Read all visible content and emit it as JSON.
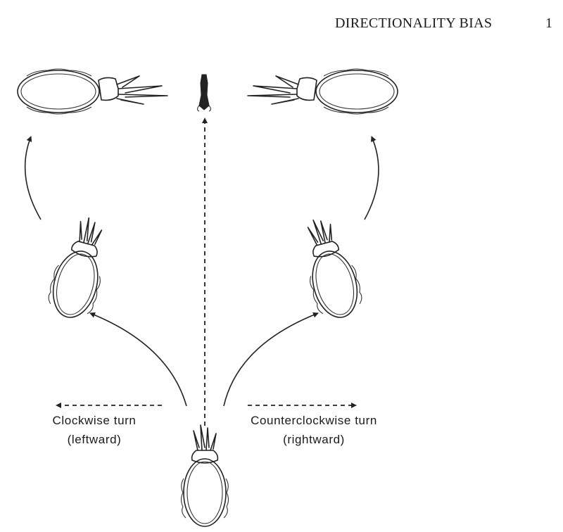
{
  "header": {
    "running_title": "DIRECTIONALITY BIAS",
    "page_number": "1"
  },
  "figure": {
    "left_label": {
      "line1": "Clockwise turn",
      "line2": "(leftward)"
    },
    "right_label": {
      "line1": "Counterclockwise turn",
      "line2": "(rightward)"
    }
  }
}
